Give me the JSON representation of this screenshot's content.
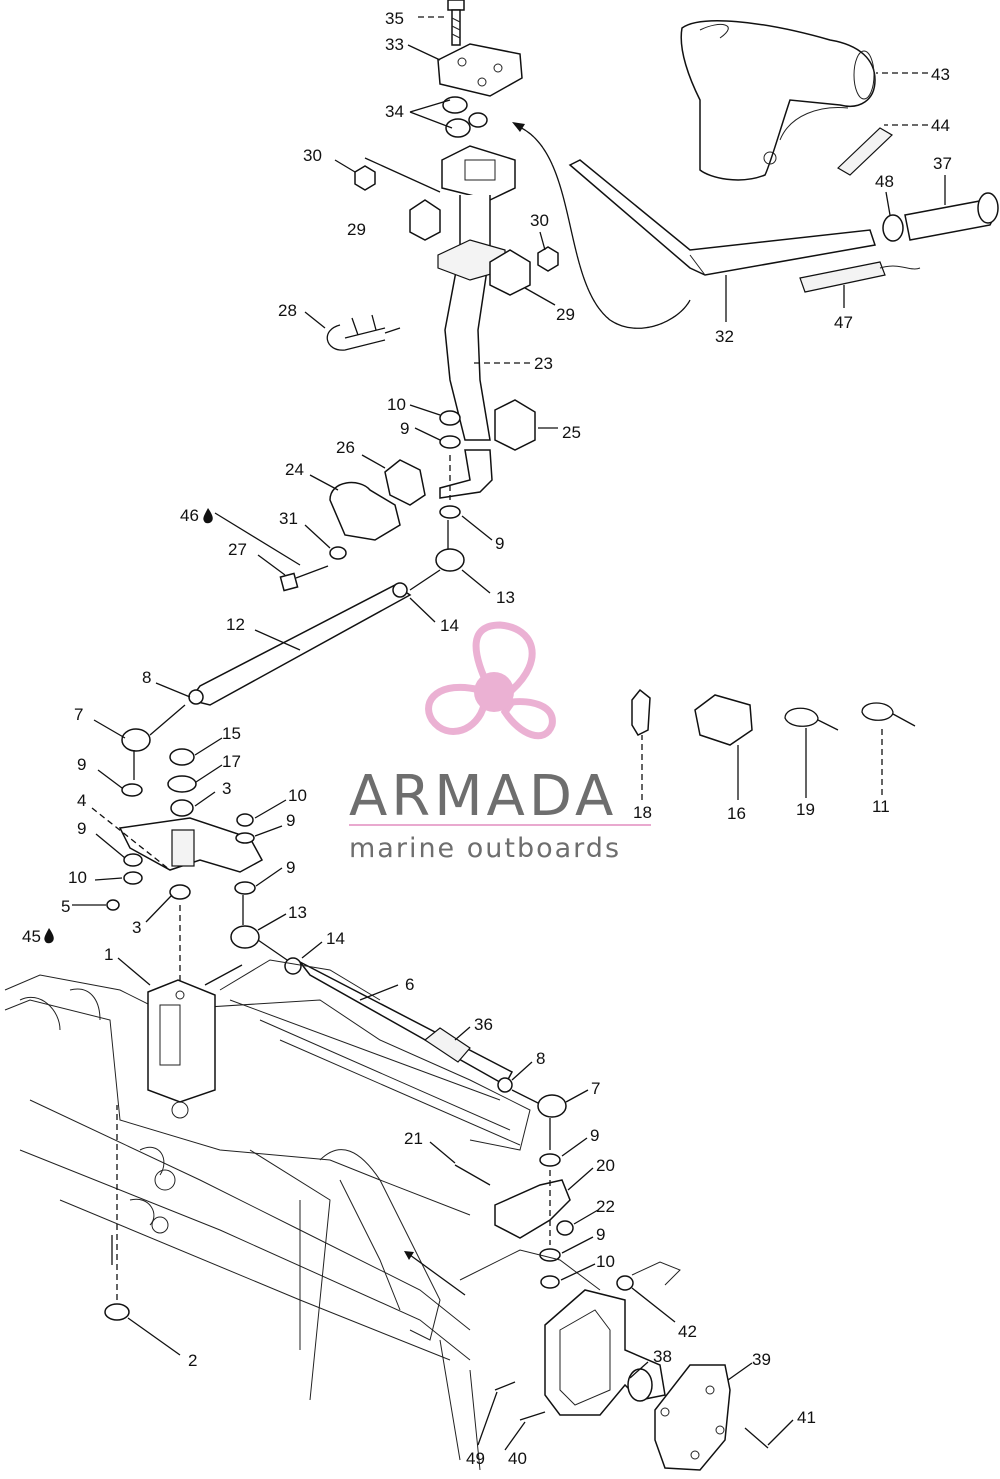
{
  "diagram": {
    "callouts": [
      {
        "id": "c35",
        "text": "35"
      },
      {
        "id": "c33",
        "text": "33"
      },
      {
        "id": "c34",
        "text": "34"
      },
      {
        "id": "c30a",
        "text": "30"
      },
      {
        "id": "c29a",
        "text": "29"
      },
      {
        "id": "c30b",
        "text": "30"
      },
      {
        "id": "c29b",
        "text": "29"
      },
      {
        "id": "c28",
        "text": "28"
      },
      {
        "id": "c23",
        "text": "23"
      },
      {
        "id": "c10a",
        "text": "10"
      },
      {
        "id": "c9a",
        "text": "9"
      },
      {
        "id": "c25",
        "text": "25"
      },
      {
        "id": "c26",
        "text": "26"
      },
      {
        "id": "c24",
        "text": "24"
      },
      {
        "id": "c46",
        "text": "46"
      },
      {
        "id": "c31",
        "text": "31"
      },
      {
        "id": "c27",
        "text": "27"
      },
      {
        "id": "c9b",
        "text": "9"
      },
      {
        "id": "c13a",
        "text": "13"
      },
      {
        "id": "c14a",
        "text": "14"
      },
      {
        "id": "c12",
        "text": "12"
      },
      {
        "id": "c8a",
        "text": "8"
      },
      {
        "id": "c7a",
        "text": "7"
      },
      {
        "id": "c15",
        "text": "15"
      },
      {
        "id": "c9c",
        "text": "9"
      },
      {
        "id": "c17",
        "text": "17"
      },
      {
        "id": "c3a",
        "text": "3"
      },
      {
        "id": "c4",
        "text": "4"
      },
      {
        "id": "c10b",
        "text": "10"
      },
      {
        "id": "c9d",
        "text": "9"
      },
      {
        "id": "c9e",
        "text": "9"
      },
      {
        "id": "c10c",
        "text": "10"
      },
      {
        "id": "c9f",
        "text": "9"
      },
      {
        "id": "c5",
        "text": "5"
      },
      {
        "id": "c13b",
        "text": "13"
      },
      {
        "id": "c45",
        "text": "45"
      },
      {
        "id": "c3b",
        "text": "3"
      },
      {
        "id": "c14b",
        "text": "14"
      },
      {
        "id": "c1",
        "text": "1"
      },
      {
        "id": "c6",
        "text": "6"
      },
      {
        "id": "c36",
        "text": "36"
      },
      {
        "id": "c8b",
        "text": "8"
      },
      {
        "id": "c7b",
        "text": "7"
      },
      {
        "id": "c21",
        "text": "21"
      },
      {
        "id": "c9g",
        "text": "9"
      },
      {
        "id": "c20",
        "text": "20"
      },
      {
        "id": "c22",
        "text": "22"
      },
      {
        "id": "c9h",
        "text": "9"
      },
      {
        "id": "c10d",
        "text": "10"
      },
      {
        "id": "c42",
        "text": "42"
      },
      {
        "id": "c38",
        "text": "38"
      },
      {
        "id": "c39",
        "text": "39"
      },
      {
        "id": "c41",
        "text": "41"
      },
      {
        "id": "c49",
        "text": "49"
      },
      {
        "id": "c40",
        "text": "40"
      },
      {
        "id": "c2",
        "text": "2"
      },
      {
        "id": "c43",
        "text": "43"
      },
      {
        "id": "c44",
        "text": "44"
      },
      {
        "id": "c37",
        "text": "37"
      },
      {
        "id": "c48",
        "text": "48"
      },
      {
        "id": "c32",
        "text": "32"
      },
      {
        "id": "c47",
        "text": "47"
      },
      {
        "id": "c18",
        "text": "18"
      },
      {
        "id": "c16",
        "text": "16"
      },
      {
        "id": "c19",
        "text": "19"
      },
      {
        "id": "c11",
        "text": "11"
      }
    ]
  },
  "watermark": {
    "brand": "ARMADA",
    "tagline": "marine outboards",
    "logo_icon": "propeller-logo-icon",
    "logo_color": "#e9a9cf",
    "text_color": "#6e6e6e"
  },
  "icons": {
    "sealant_drop": "drop-icon"
  }
}
